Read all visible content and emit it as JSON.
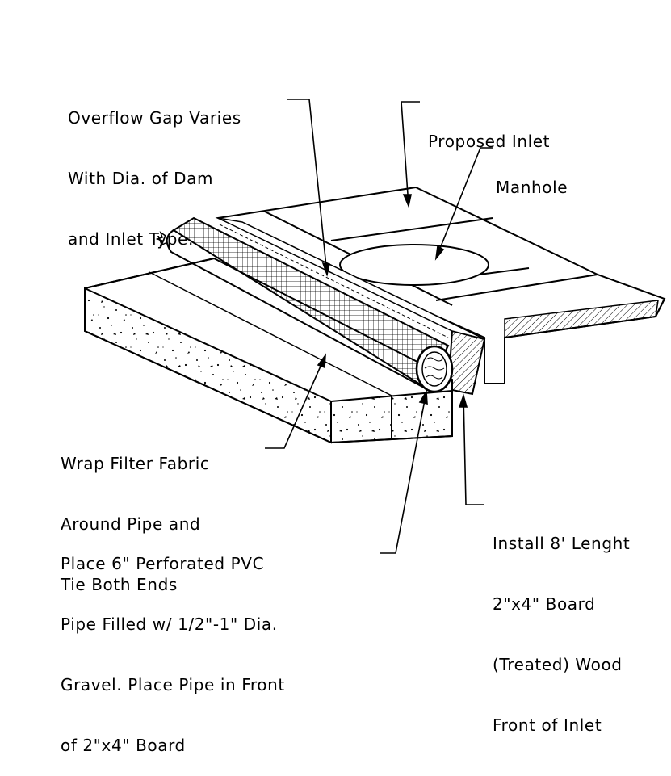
{
  "labels": {
    "overflow_gap": [
      "Overflow Gap Varies",
      "With Dia. of Dam",
      "and Inlet Type."
    ],
    "proposed_inlet": [
      "Proposed Inlet"
    ],
    "manhole": [
      "Manhole"
    ],
    "wrap_filter": [
      "Wrap Filter Fabric",
      "Around Pipe and",
      "Tie Both Ends"
    ],
    "place_pipe": [
      "Place 6\" Perforated PVC",
      "Pipe Filled w/ 1/2\"-1\" Dia.",
      "Gravel. Place Pipe in Front",
      "of 2\"x4\" Board"
    ],
    "install_board": [
      "Install 8' Lenght",
      "2\"x4\" Board",
      "(Treated) Wood",
      "Front of Inlet"
    ]
  }
}
